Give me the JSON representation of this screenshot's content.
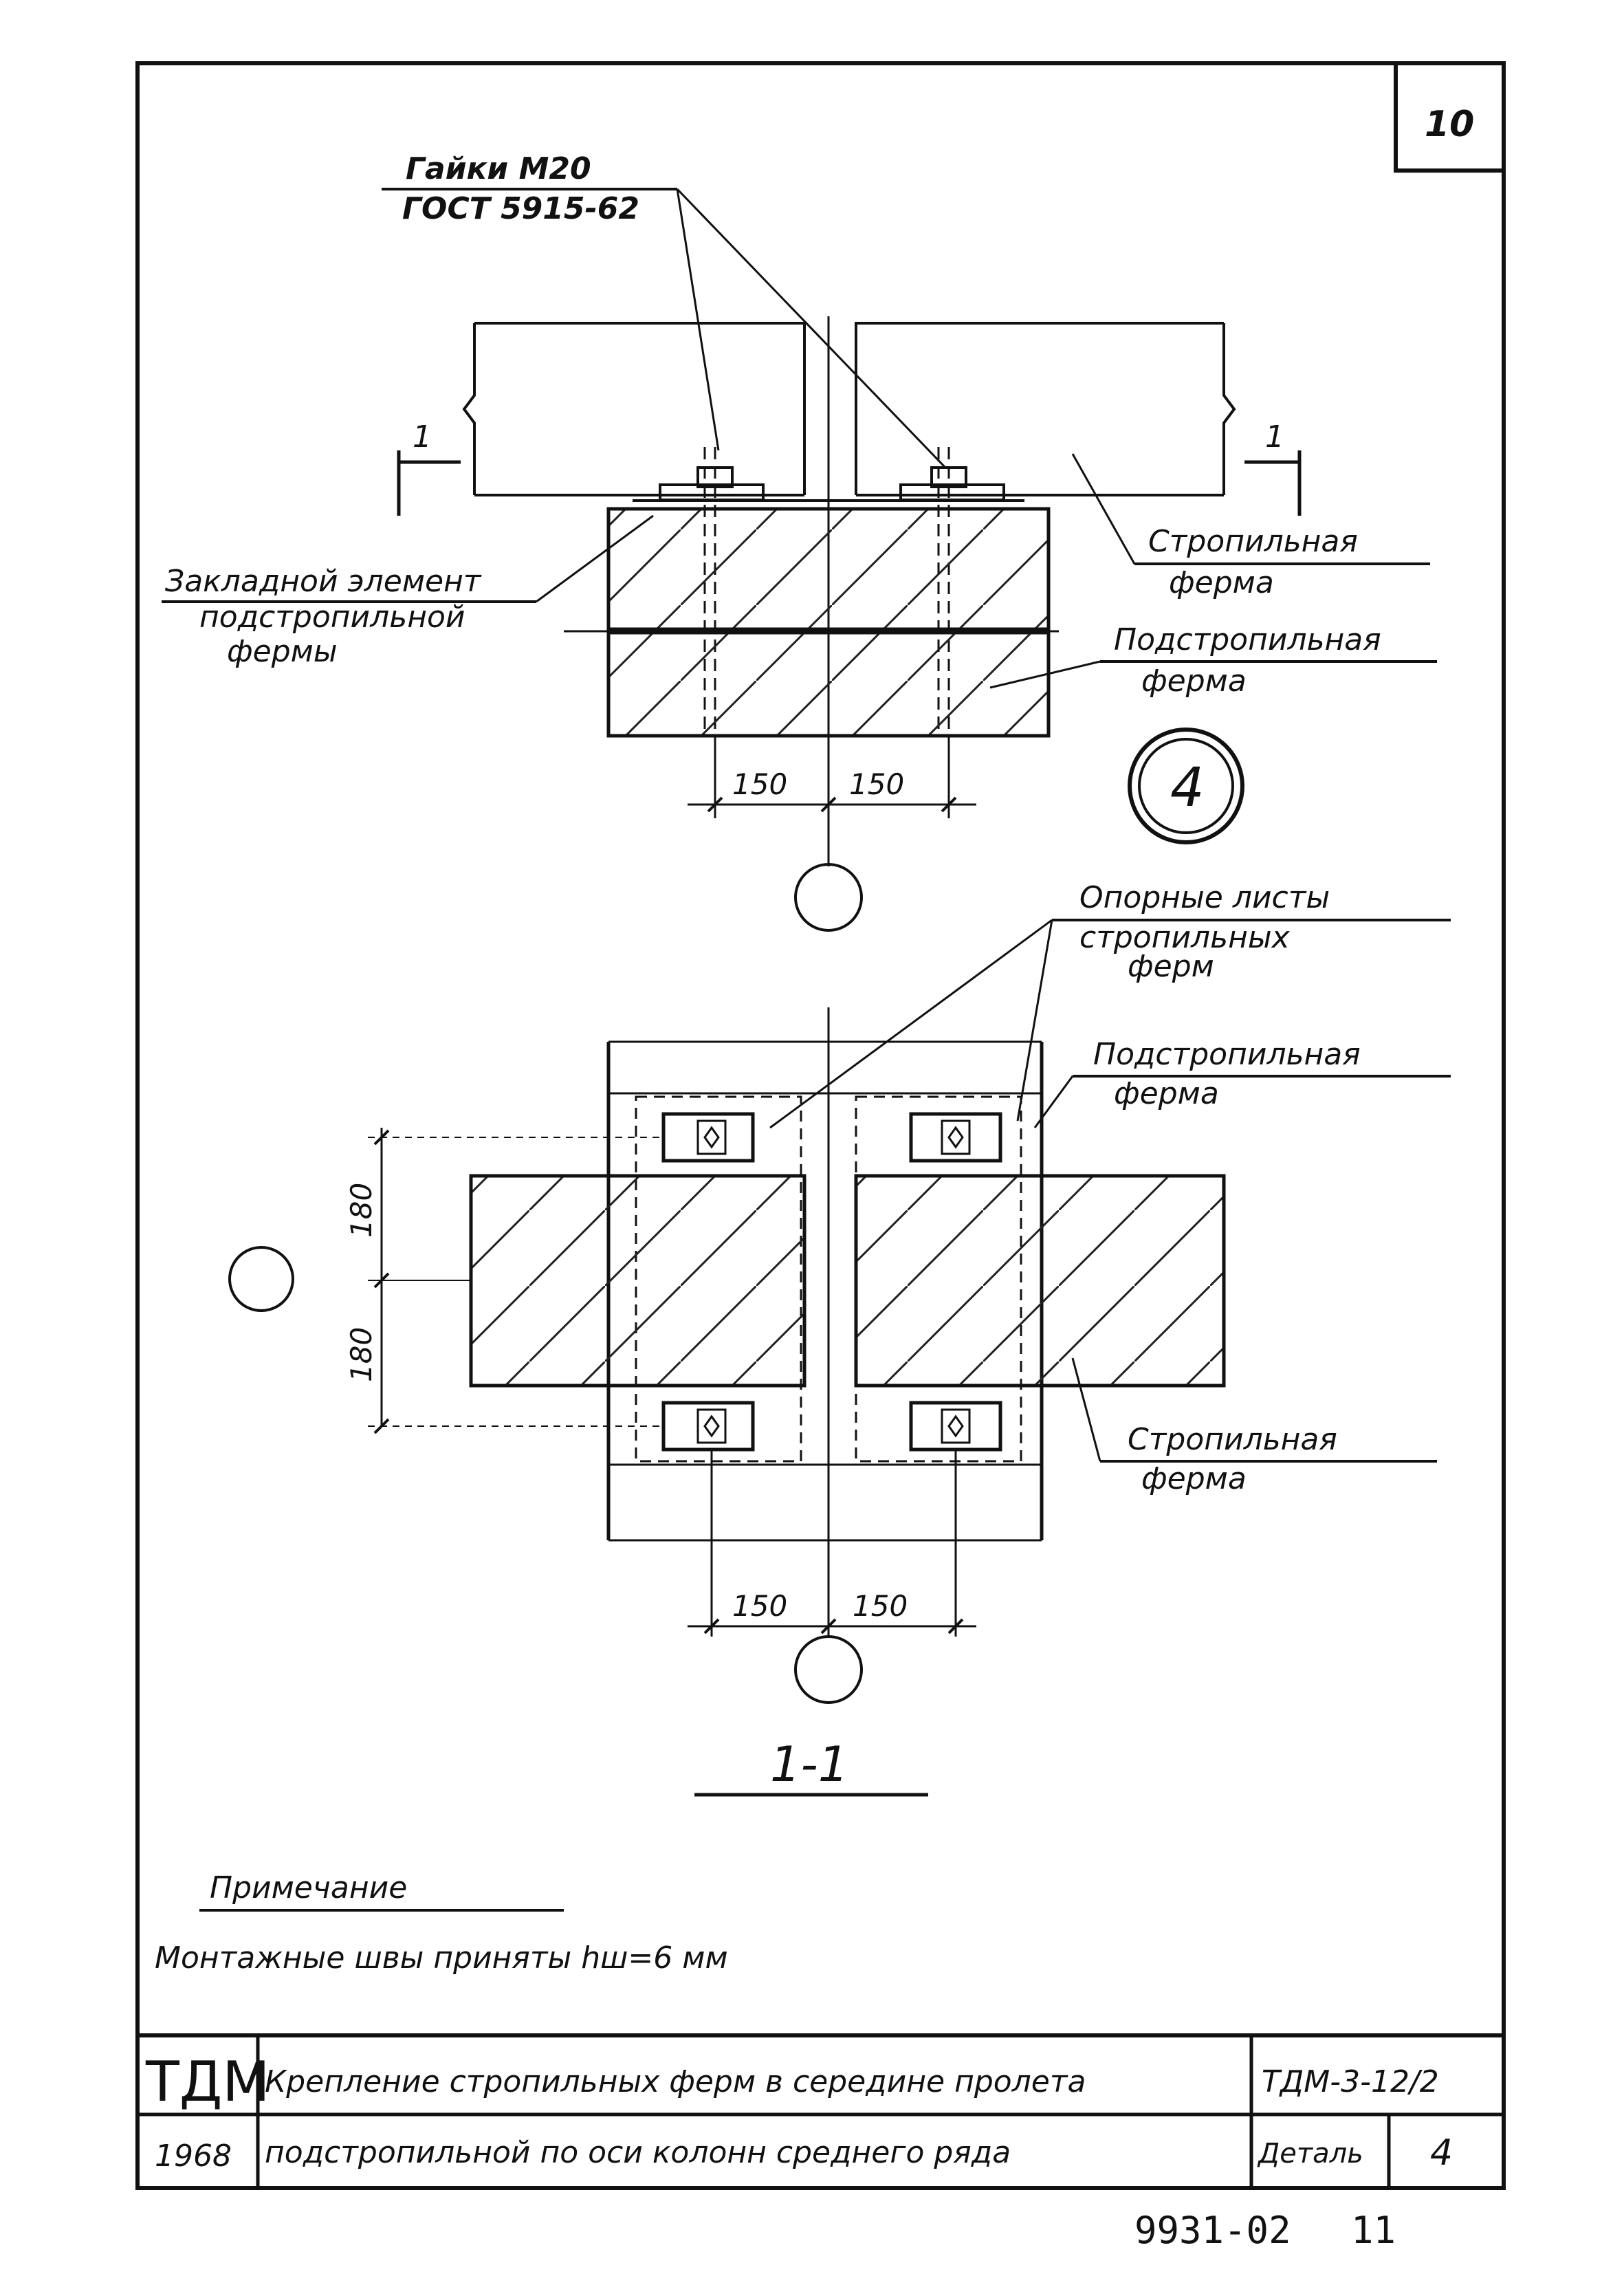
{
  "sheet": {
    "page_number": "10",
    "archive_number": "9931-02",
    "archive_page": "11"
  },
  "top_view": {
    "nuts_label": "Гайки М20",
    "nuts_standard": "ГОСТ 5915-62",
    "section_mark": "1",
    "rafter_truss_label_1": "Стропильная",
    "rafter_truss_label_2": "ферма",
    "embedded_label_1": "Закладной элемент",
    "embedded_label_2": "подстропильной",
    "embedded_label_3": "фермы",
    "sub_truss_label_1": "Подстропильная",
    "sub_truss_label_2": "ферма",
    "dim_left": "150",
    "dim_right": "150",
    "detail_number": "4"
  },
  "plan_view": {
    "bearing_label_1": "Опорные листы",
    "bearing_label_2": "стропильных",
    "bearing_label_3": "ферм",
    "sub_truss_label_1": "Подстропильная",
    "sub_truss_label_2": "ферма",
    "rafter_label_1": "Стропильная",
    "rafter_label_2": "ферма",
    "dim_vert_top": "180",
    "dim_vert_bottom": "180",
    "dim_left": "150",
    "dim_right": "150",
    "section_title": "1-1"
  },
  "note": {
    "heading": "Примечание",
    "text": "Монтажные швы приняты hш=6 мм"
  },
  "title_block": {
    "org": "ТДМ",
    "year": "1968",
    "title_line_1": "Крепление стропильных ферм в середине пролета",
    "title_line_2": "подстропильной по оси колонн среднего ряда",
    "series": "ТДМ-3-12/2",
    "detail_label": "Деталь",
    "detail_value": "4"
  }
}
